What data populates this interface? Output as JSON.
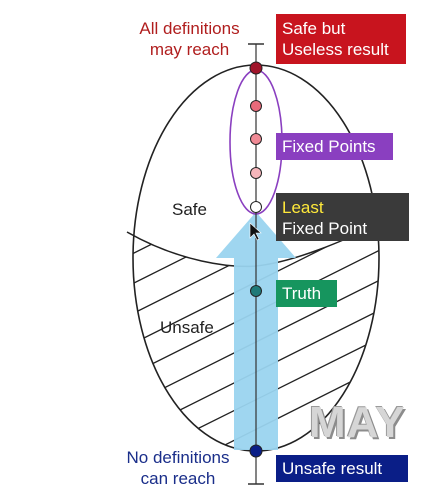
{
  "top_note": [
    "All definitions",
    "may reach"
  ],
  "bottom_note": [
    "No definitions",
    "can reach"
  ],
  "tags": {
    "safe_useless": [
      "Safe but",
      "Useless result"
    ],
    "fixed_points": "Fixed Points",
    "least_fixed_point": {
      "highlight": "Least",
      "rest": "Fixed Point"
    },
    "truth": "Truth",
    "unsafe_result": "Unsafe result"
  },
  "regions": {
    "safe": "Safe",
    "unsafe": "Unsafe"
  },
  "watermark": "MAY",
  "colors": {
    "top_red": "#c8141e",
    "purple": "#8a3fc0",
    "dark": "#3a3a3a",
    "green": "#16955e",
    "navy": "#0a1e87",
    "arrow": "#9ad4ef",
    "highlight_yellow": "#ffe93a"
  }
}
